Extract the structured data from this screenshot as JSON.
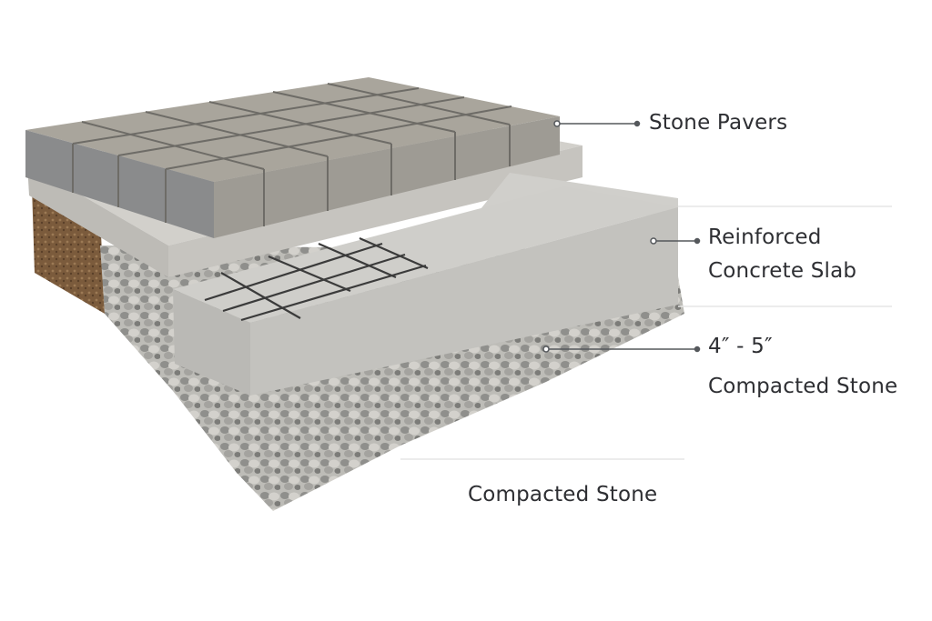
{
  "labels": {
    "stone_pavers": "Stone Pavers",
    "slab_line1": "Reinforced",
    "slab_line2": "Concrete Slab",
    "thickness": "4″ - 5″",
    "compacted_stone_right": "Compacted Stone",
    "compacted_stone_bottom": "Compacted Stone"
  },
  "colors": {
    "text": "#2e2f33",
    "leader": "#55585c",
    "concrete": "#c9c8c4",
    "paver_dark": "#8d8e90",
    "paver_tan": "#b9ad98",
    "gravel": "#a9a8a4",
    "soil": "#7a5a3c"
  }
}
